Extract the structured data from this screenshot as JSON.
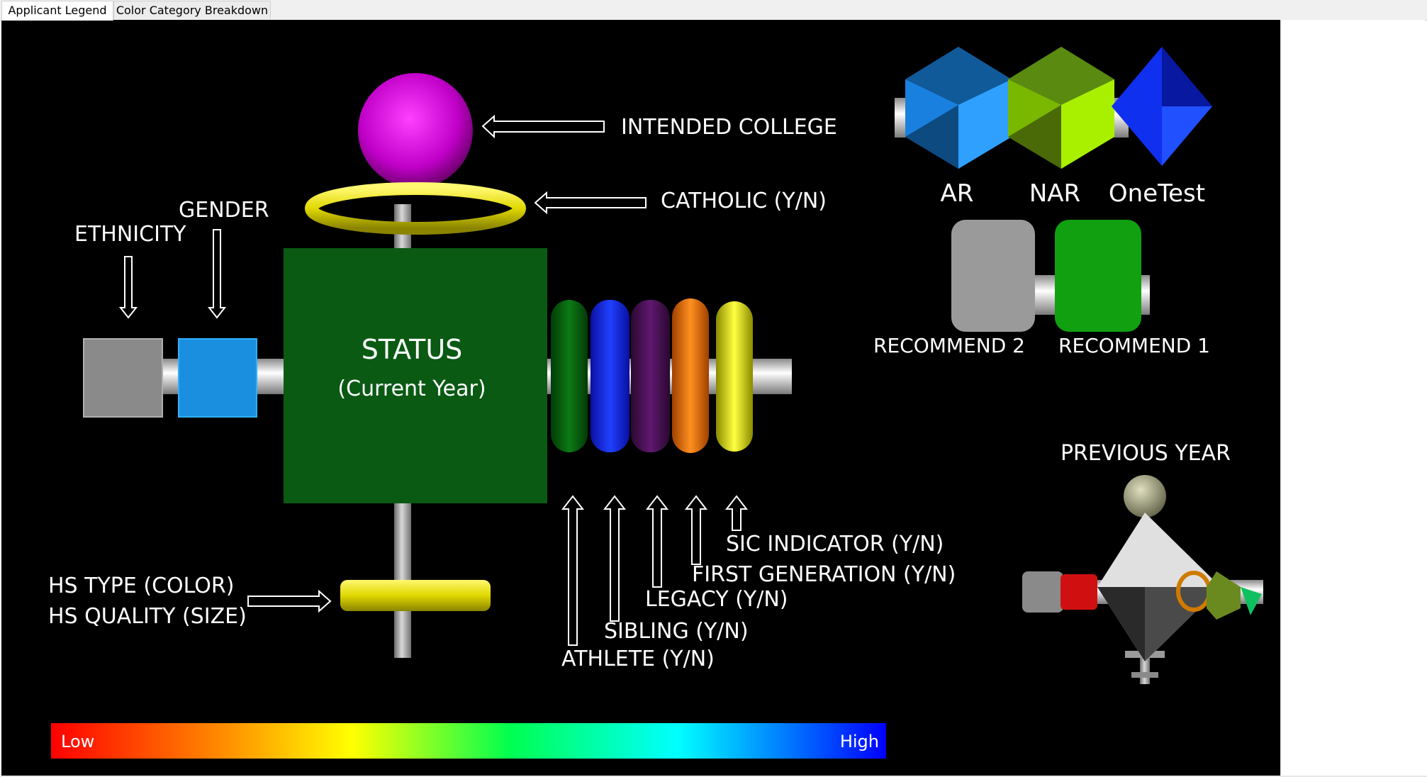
{
  "tabs": [
    {
      "label": "Applicant Legend",
      "active": true
    },
    {
      "label": "Color Category Breakdown",
      "active": false
    }
  ],
  "labels": {
    "intended_college": "INTENDED COLLEGE",
    "catholic": "CATHOLIC (Y/N)",
    "gender": "GENDER",
    "ethnicity": "ETHNICITY",
    "status_title": "STATUS",
    "status_subtitle": "(Current Year)",
    "hs_type": "HS TYPE (COLOR)",
    "hs_quality": "HS QUALITY (SIZE)",
    "sic_indicator": "SIC INDICATOR (Y/N)",
    "first_generation": "FIRST GENERATION (Y/N)",
    "legacy": "LEGACY (Y/N)",
    "sibling": "SIBLING (Y/N)",
    "athlete": "ATHLETE (Y/N)",
    "ar": "AR",
    "nar": "NAR",
    "onetest": "OneTest",
    "recommend2": "RECOMMEND 2",
    "recommend1": "RECOMMEND 1",
    "previous_year": "PREVIOUS YEAR"
  },
  "color_scale": {
    "low_label": "Low",
    "high_label": "High",
    "stops": [
      "#ff0000",
      "#ff8800",
      "#ffff00",
      "#00ff00",
      "#00ffff",
      "#0000ff"
    ]
  },
  "colors": {
    "background": "#000000",
    "sphere": "#cc00cc",
    "catholic_ring": "#e8e000",
    "status_box": "#0a5a14",
    "gender_box": "#1a8fe0",
    "ethnicity_box": "#8a8a8a",
    "hs_disk": "#e0e000",
    "ring_dark_green": "#0a6a10",
    "ring_blue": "#1020f0",
    "ring_purple": "#50105a",
    "ring_orange": "#ff8000",
    "ring_yellow": "#f0f000",
    "ar_gem": "#1a80e0",
    "nar_gem": "#8ac800",
    "onetest_gem": "#1030f0",
    "recommend2": "#a0a0a0",
    "recommend1": "#10a010"
  }
}
